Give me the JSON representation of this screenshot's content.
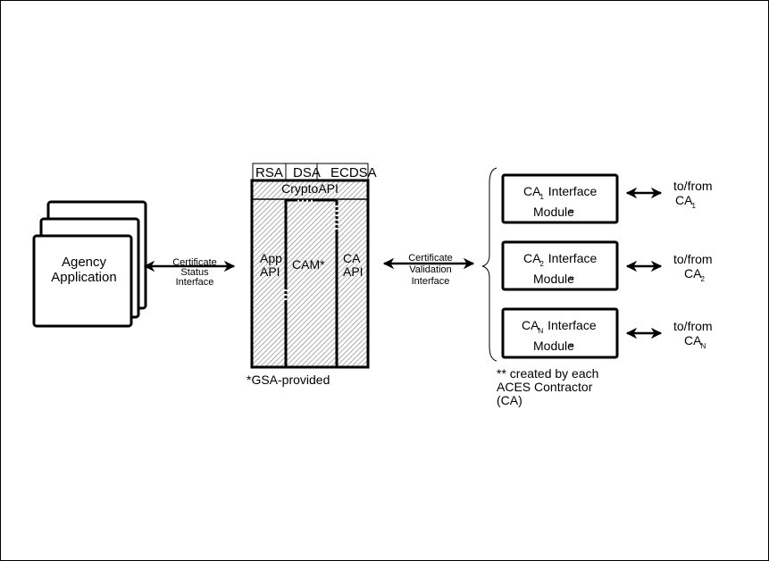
{
  "agency": {
    "label_line1": "Agency",
    "label_line2": "Application"
  },
  "status_interface": {
    "line1": "Certificate",
    "line2": "Status",
    "line3": "Interface"
  },
  "algorithms": [
    "RSA",
    "DSA",
    "ECDSA"
  ],
  "crypto_api": "CryptoAPI",
  "app_api": {
    "line1": "App",
    "line2": "API"
  },
  "cam": "CAM*",
  "ca_api": {
    "line1": "CA",
    "line2": "API"
  },
  "gsa_note": "*GSA-provided",
  "validation_interface": {
    "line1": "Certificate",
    "line2": "Validation",
    "line3": "Interface"
  },
  "ca_modules": [
    {
      "prefix": "CA",
      "sub": "1",
      "line1_rest": "Interface",
      "line2": "Module",
      "mark": "**",
      "to_from": "to/from",
      "target_prefix": "CA",
      "target_sub": "1"
    },
    {
      "prefix": "CA",
      "sub": "2",
      "line1_rest": "Interface",
      "line2": "Module",
      "mark": "**",
      "to_from": "to/from",
      "target_prefix": "CA",
      "target_sub": "2"
    },
    {
      "prefix": "CA",
      "sub": "N",
      "line1_rest": "Interface",
      "line2": "Module",
      "mark": "**",
      "to_from": "to/from",
      "target_prefix": "CA",
      "target_sub": "N"
    }
  ],
  "contractor_note": {
    "line1": "** created by each",
    "line2": "ACES Contractor",
    "line3": "(CA)"
  }
}
